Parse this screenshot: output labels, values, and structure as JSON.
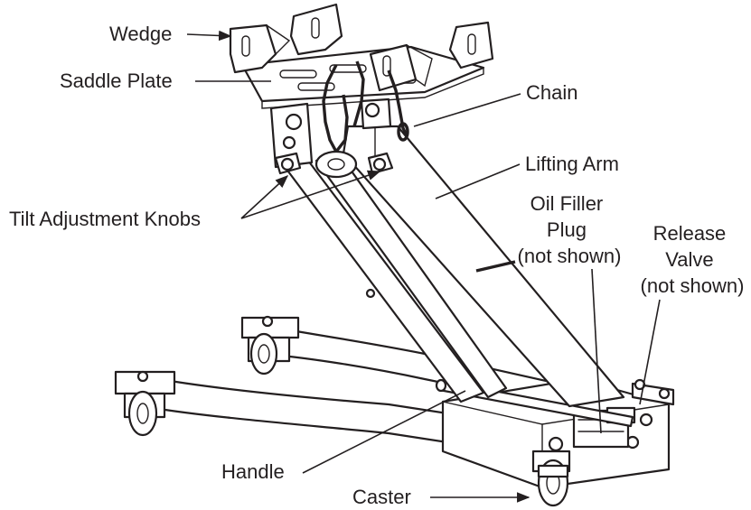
{
  "labels": {
    "wedge": "Wedge",
    "saddle_plate": "Saddle Plate",
    "chain": "Chain",
    "lifting_arm": "Lifting Arm",
    "tilt_knobs": "Tilt Adjustment Knobs",
    "oil_filler_1": "Oil Filler",
    "oil_filler_2": "Plug",
    "oil_filler_3": "(not shown)",
    "release_valve_1": "Release",
    "release_valve_2": "Valve",
    "release_valve_3": "(not shown)",
    "handle": "Handle",
    "caster": "Caster"
  },
  "colors": {
    "ink": "#231f20",
    "background": "#ffffff"
  }
}
